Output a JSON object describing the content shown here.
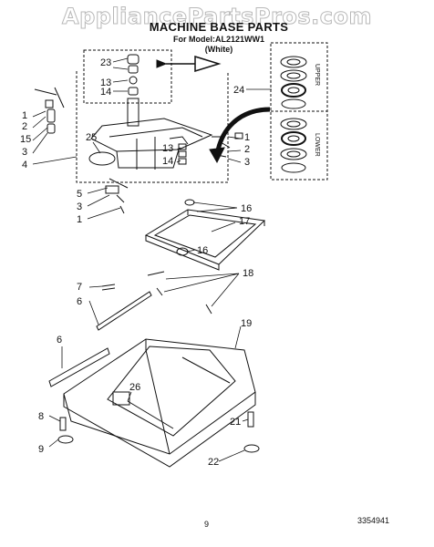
{
  "watermark": "AppliancePartsPros.com",
  "header": {
    "title": "MACHINE BASE PARTS",
    "model": "For Model:AL2121WW1",
    "color": "(White)"
  },
  "inset_labels": {
    "upper": "UPPER",
    "lower": "LOWER"
  },
  "callouts": {
    "c23": "23",
    "c13a": "13",
    "c14a": "14",
    "c24": "24",
    "c1a": "1",
    "c2a": "2",
    "c15": "15",
    "c3a": "3",
    "c4": "4",
    "c25": "25",
    "c13b": "13",
    "c14b": "14",
    "c1b": "1",
    "c2b": "2",
    "c3b": "3",
    "c5": "5",
    "c3c": "3",
    "c1c": "1",
    "c16a": "16",
    "c17": "17",
    "c16b": "16",
    "c7": "7",
    "c6a": "6",
    "c18": "18",
    "c6b": "6",
    "c19": "19",
    "c26": "26",
    "c8": "8",
    "c9": "9",
    "c21": "21",
    "c22": "22"
  },
  "footer": {
    "page": "9",
    "doc_number": "3354941"
  }
}
